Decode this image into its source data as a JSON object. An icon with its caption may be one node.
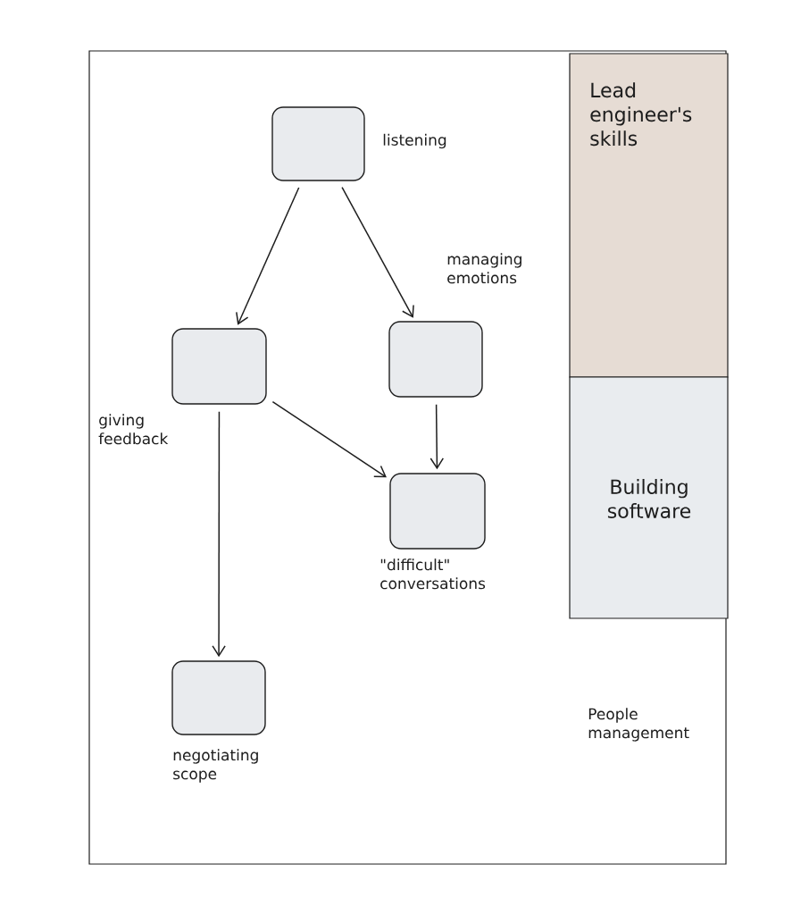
{
  "diagram": {
    "nodes": [
      {
        "text": [
          "People management"
        ]
      },
      {
        "text": [
          "Lead engineer's skills"
        ],
        "in": 0
      },
      {
        "text": [
          "Building software"
        ],
        "in": 0
      },
      {
        "text": [
          "listening"
        ],
        "in": 0
      },
      {
        "text": [
          "giving feedback"
        ],
        "in": 0
      },
      {
        "text": [
          "managing emotions"
        ],
        "in": 0
      },
      {
        "text": [
          "\"difficult\" conversations"
        ],
        "in": 0
      },
      {
        "text": [
          "negotiating scope"
        ],
        "in": 0
      }
    ],
    "edges": [
      {
        "from": 3,
        "to": 4,
        "arrow": "to"
      },
      {
        "from": 3,
        "to": 5,
        "arrow": "to"
      },
      {
        "from": 5,
        "to": 6,
        "arrow": "to"
      },
      {
        "from": 4,
        "to": 6,
        "arrow": "to"
      },
      {
        "from": 4,
        "to": 7,
        "arrow": "to"
      }
    ]
  }
}
